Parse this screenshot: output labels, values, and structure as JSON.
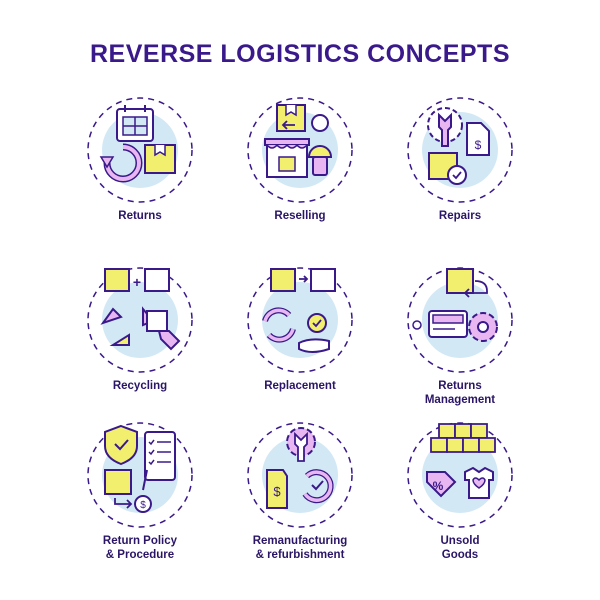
{
  "title": "REVERSE LOGISTICS CONCEPTS",
  "colors": {
    "outline": "#3a1a8a",
    "accent": "#f2ef6e",
    "pink": "#e8b6f0",
    "blue": "#d3e8f5"
  },
  "tiles": [
    {
      "lines": [
        "Returns"
      ],
      "icon": "calendar-refresh-box-icon"
    },
    {
      "lines": [
        "Reselling"
      ],
      "icon": "storefront-seller-icon"
    },
    {
      "lines": [
        "Repairs"
      ],
      "icon": "wrench-gear-pricetag-icon"
    },
    {
      "lines": [
        "Recycling"
      ],
      "icon": "recycle-boxes-icon"
    },
    {
      "lines": [
        "Replacement"
      ],
      "icon": "box-exchange-hand-icon"
    },
    {
      "lines": [
        "Returns",
        "Management"
      ],
      "icon": "return-box-gear-icon"
    },
    {
      "lines": [
        "Return Policy",
        "& Procedure"
      ],
      "icon": "shield-checklist-icon"
    },
    {
      "lines": [
        "Remanufacturing",
        "& refurbishment"
      ],
      "icon": "gear-pricetag-cycle-icon"
    },
    {
      "lines": [
        "Unsold",
        "Goods"
      ],
      "icon": "stacked-boxes-discount-icon"
    }
  ]
}
